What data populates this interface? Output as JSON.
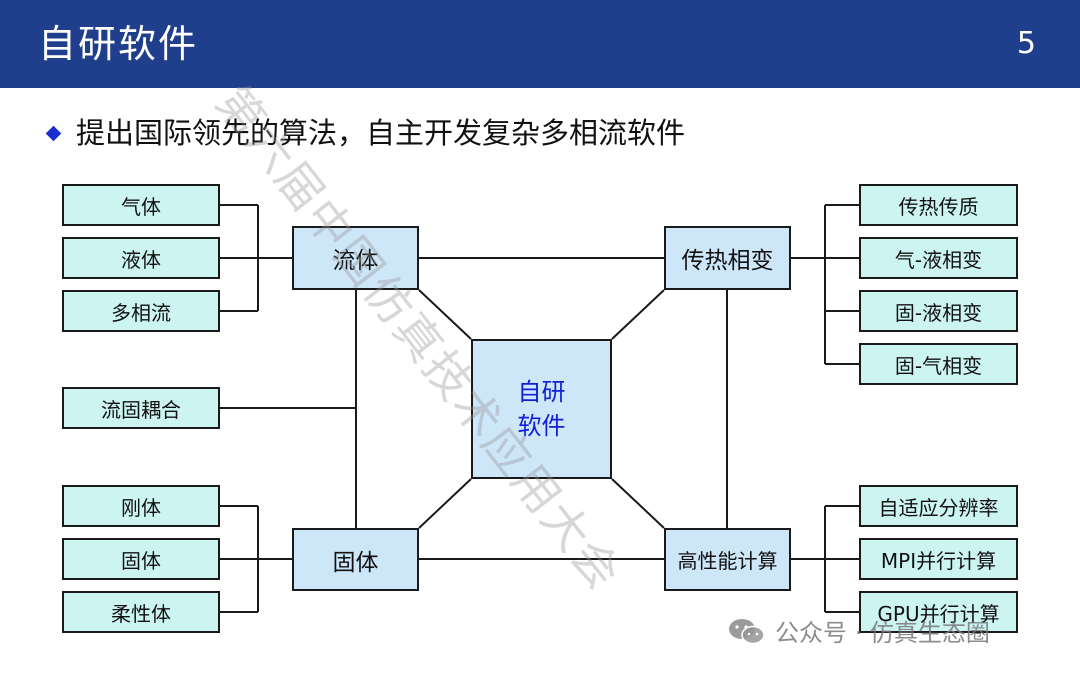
{
  "header": {
    "title": "自研软件",
    "page_number": "5"
  },
  "subtitle": "提出国际领先的算法，自主开发复杂多相流软件",
  "diagram": {
    "core": {
      "line1": "自研",
      "line2": "软件"
    },
    "hubs": {
      "fluid": "流体",
      "heat": "传热相变",
      "solid": "固体",
      "hpc": "高性能计算"
    },
    "left_top": [
      "气体",
      "液体",
      "多相流"
    ],
    "left_middle": "流固耦合",
    "left_bottom": [
      "刚体",
      "固体",
      "柔性体"
    ],
    "right_top": [
      "传热传质",
      "气-液相变",
      "固-液相变",
      "固-气相变"
    ],
    "right_bottom": [
      "自适应分辨率",
      "MPI并行计算",
      "GPU并行计算"
    ]
  },
  "watermark": "第六届中国仿真技术应用大会",
  "wechat": {
    "label": "公众号 · 仿真生态圈"
  },
  "colors": {
    "header_bg": "#1f3f8c",
    "leaf_fill": "#ccf5f2",
    "hub_fill": "#cde6f8",
    "core_text": "#1020d8",
    "bullet": "#1a2fd0"
  }
}
